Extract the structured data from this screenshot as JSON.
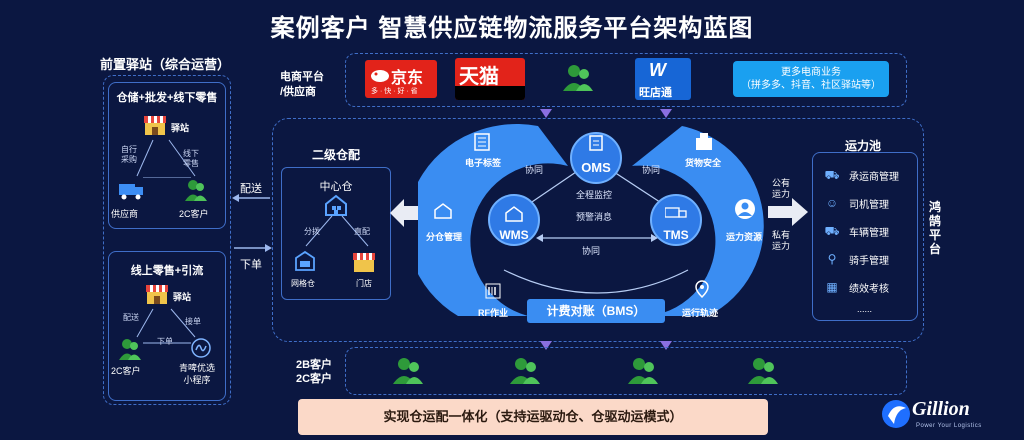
{
  "title": "案例客户 智慧供应链物流服务平台架构蓝图",
  "front": {
    "title": "前置驿站（综合运营）",
    "box1": {
      "title": "仓储+批发+线下零售",
      "station": "驿站",
      "self_buy": "自行\n采购",
      "offline": "线下\n零售",
      "supplier": "供应商",
      "c2": "2C客户"
    },
    "box2": {
      "title": "线上零售+引流",
      "station": "驿站",
      "deliver": "配送",
      "accept": "接单",
      "order": "下单",
      "c2": "2C客户",
      "app": "青啤优选\n小程序"
    }
  },
  "arrows": {
    "deliver": "配送",
    "order": "下单"
  },
  "ecom": {
    "label": "电商平台\n/供应商",
    "jd": "京东",
    "jd_sub": "多 · 快 · 好 · 省",
    "tmall": "天猫",
    "wdt": "旺店通",
    "more": "更多电商业务\n（拼多多、抖音、社区驿站等）"
  },
  "secondary": {
    "title": "二级仓配",
    "center": "中心仓",
    "sort": "分拨",
    "direct": "直配",
    "grid": "网格仓",
    "store": "门店"
  },
  "ring": {
    "oms": "OMS",
    "wms": "WMS",
    "tms": "TMS",
    "bms": "计费对账（BMS）",
    "coop": "协同",
    "monitor": "全程监控",
    "alert": "预警消息",
    "e_label": "电子标签",
    "dist": "分仓管理",
    "rf": "RF作业",
    "cargo": "货物安全",
    "cap_res": "运力资源",
    "track": "运行轨迹"
  },
  "transport": {
    "public": "公有\n运力",
    "private": "私有\n运力"
  },
  "pool": {
    "title": "运力池",
    "items": [
      {
        "icon": "truck-icon",
        "label": "承运商管理"
      },
      {
        "icon": "driver-icon",
        "label": "司机管理"
      },
      {
        "icon": "vehicle-icon",
        "label": "车辆管理"
      },
      {
        "icon": "bike-icon",
        "label": "骑手管理"
      },
      {
        "icon": "chart-icon",
        "label": "绩效考核"
      }
    ],
    "more": "......"
  },
  "platform": "鸿\n鹄\n平\n台",
  "customers": {
    "label": "2B客户\n2C客户"
  },
  "bottom": "实现仓运配一体化（支持运驱动仓、仓驱动运模式）",
  "brand": {
    "name": "Gillion",
    "tagline": "Power Your Logistics"
  },
  "colors": {
    "bg": "#0b1741",
    "ring": "#3b8cf0",
    "accent": "#1f6fff"
  }
}
